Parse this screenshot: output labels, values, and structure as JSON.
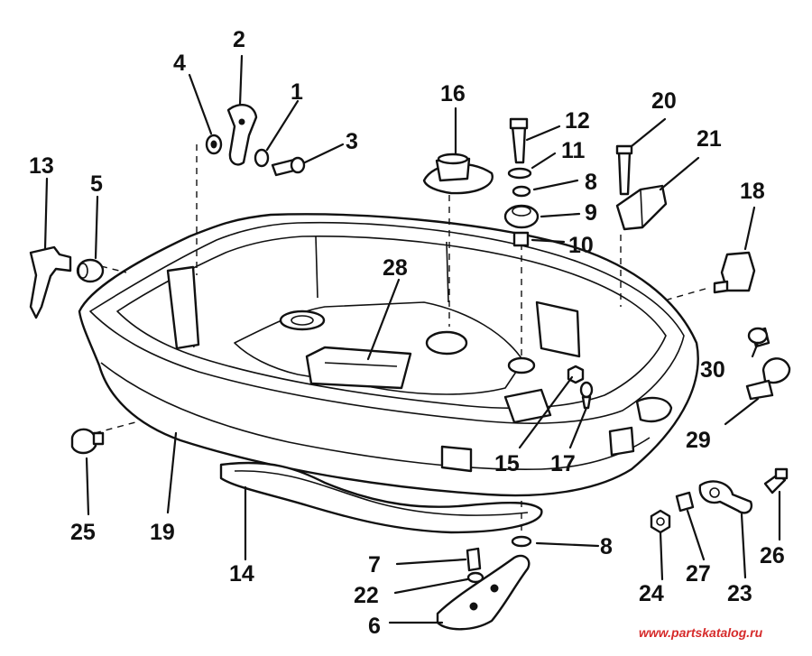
{
  "callouts": [
    {
      "id": "1",
      "text": "1"
    },
    {
      "id": "2",
      "text": "2"
    },
    {
      "id": "3",
      "text": "3"
    },
    {
      "id": "4",
      "text": "4"
    },
    {
      "id": "5",
      "text": "5"
    },
    {
      "id": "6",
      "text": "6"
    },
    {
      "id": "7",
      "text": "7"
    },
    {
      "id": "8a",
      "text": "8"
    },
    {
      "id": "8b",
      "text": "8"
    },
    {
      "id": "9",
      "text": "9"
    },
    {
      "id": "10",
      "text": "10"
    },
    {
      "id": "11",
      "text": "11"
    },
    {
      "id": "12",
      "text": "12"
    },
    {
      "id": "13",
      "text": "13"
    },
    {
      "id": "14",
      "text": "14"
    },
    {
      "id": "15",
      "text": "15"
    },
    {
      "id": "16",
      "text": "16"
    },
    {
      "id": "17",
      "text": "17"
    },
    {
      "id": "18",
      "text": "18"
    },
    {
      "id": "19",
      "text": "19"
    },
    {
      "id": "20",
      "text": "20"
    },
    {
      "id": "21",
      "text": "21"
    },
    {
      "id": "22",
      "text": "22"
    },
    {
      "id": "23",
      "text": "23"
    },
    {
      "id": "24",
      "text": "24"
    },
    {
      "id": "25",
      "text": "25"
    },
    {
      "id": "26",
      "text": "26"
    },
    {
      "id": "27",
      "text": "27"
    },
    {
      "id": "28",
      "text": "28"
    },
    {
      "id": "29",
      "text": "29"
    },
    {
      "id": "30",
      "text": "30"
    }
  ],
  "watermark": "www.partskatalog.ru"
}
